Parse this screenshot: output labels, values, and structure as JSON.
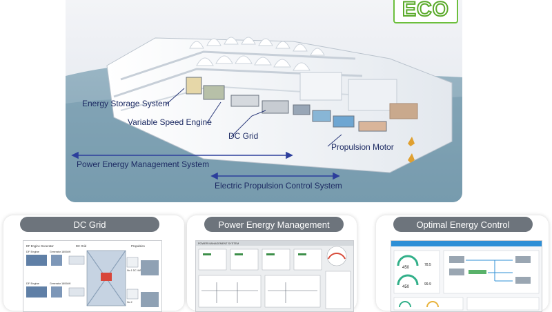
{
  "diagram": {
    "badge": "ECO",
    "labels": {
      "energy_storage": "Energy Storage System",
      "variable_speed": "Variable Speed Engine",
      "dc_grid": "DC Grid",
      "propulsion_motor": "Propulsion Motor",
      "pems": "Power Energy Management System",
      "epcs": "Electric Propulsion Control System"
    }
  },
  "panels": {
    "dc_grid": {
      "title": "DC Grid",
      "headers": [
        "DF Engine Generator",
        "DC Grid",
        "Propulsion"
      ],
      "rows": [
        {
          "engine": "DF Engine",
          "gen": "Generator 1800kW",
          "prop": "No 1 DC 4MW"
        },
        {
          "engine": "DF Engine",
          "gen": "Generator 1800kW",
          "prop": "No 2"
        }
      ]
    },
    "power_energy": {
      "title": "Power Energy Management",
      "screen_title": "POWER MANAGEMENT SYSTEM"
    },
    "optimal_energy": {
      "title": "Optimal Energy Control",
      "gauges": [
        {
          "value": "450",
          "side": "78.5"
        },
        {
          "value": "450",
          "side": "99.9"
        }
      ]
    }
  },
  "colors": {
    "accent_blue": "#1d2b63",
    "arrow_blue": "#2c3e9c",
    "eco_green": "#5aaa2a",
    "pill_gray": "#6d747c"
  }
}
